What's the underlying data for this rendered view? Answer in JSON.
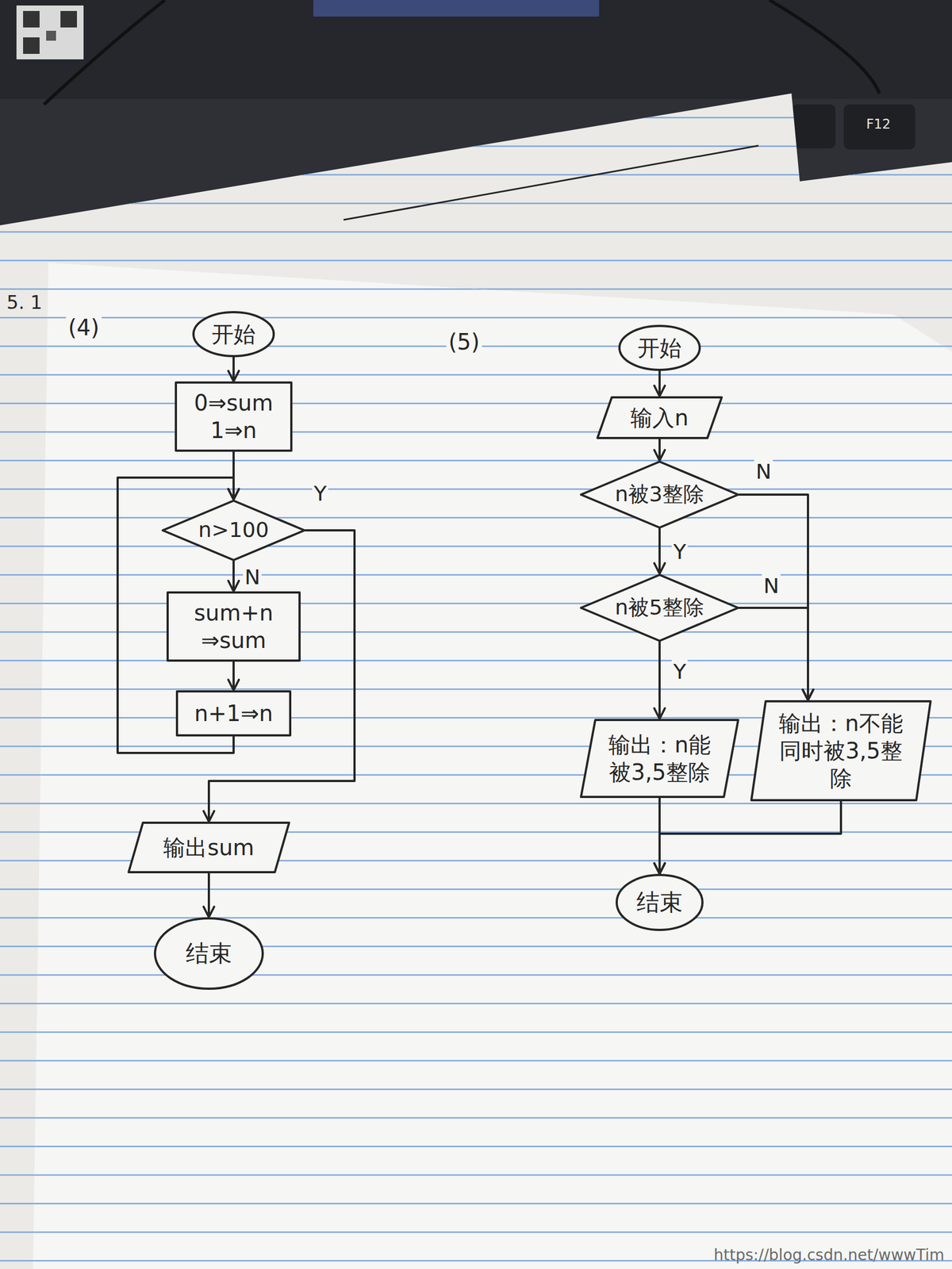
{
  "diagram": {
    "nodes": [
      {
        "text": [
          "开始"
        ]
      },
      {
        "text": [
          "0⇒sum 1⇒n"
        ]
      },
      {
        "text": [
          "n>100"
        ]
      },
      {
        "text": [
          "sum+n ⇒sum"
        ]
      },
      {
        "text": [
          "n+1⇒n"
        ]
      },
      {
        "text": [
          "输出sum"
        ]
      },
      {
        "text": [
          "结束"
        ]
      },
      {
        "text": [
          "开始"
        ]
      },
      {
        "text": [
          "输入n"
        ]
      },
      {
        "text": [
          "n被3整除"
        ]
      },
      {
        "text": [
          "n被5整除"
        ]
      },
      {
        "text": [
          "输出：n能被3,5整除"
        ]
      },
      {
        "text": [
          "输出：n不能同时被3,5整除"
        ]
      },
      {
        "text": [
          "结束"
        ]
      }
    ],
    "edges": [
      {
        "from": 0,
        "to": 1,
        "arrow": "to"
      },
      {
        "from": 1,
        "to": 2,
        "arrow": "to"
      },
      {
        "from": 2,
        "to": 3,
        "label": "N",
        "arrow": "to"
      },
      {
        "from": 3,
        "to": 4,
        "arrow": "to"
      },
      {
        "from": 4,
        "to": 2,
        "arrow": "to"
      },
      {
        "from": 2,
        "to": 5,
        "label": "Y",
        "arrow": "to"
      },
      {
        "from": 5,
        "to": 6,
        "arrow": "to"
      },
      {
        "from": 7,
        "to": 8,
        "arrow": "to"
      },
      {
        "from": 8,
        "to": 9,
        "arrow": "to"
      },
      {
        "from": 9,
        "to": 10,
        "label": "Y",
        "arrow": "to"
      },
      {
        "from": 9,
        "to": 12,
        "label": "N",
        "arrow": "to"
      },
      {
        "from": 10,
        "to": 11,
        "label": "Y",
        "arrow": "to"
      },
      {
        "from": 10,
        "to": 12,
        "label": "N",
        "arrow": "to"
      },
      {
        "from": 11,
        "to": 13,
        "arrow": "to"
      },
      {
        "from": 12,
        "to": 13,
        "arrow": "to"
      }
    ],
    "labels": [
      "(4)",
      "(5)",
      "5. 1",
      "F12",
      "https://blog.csdn.net/wwwTim"
    ]
  }
}
